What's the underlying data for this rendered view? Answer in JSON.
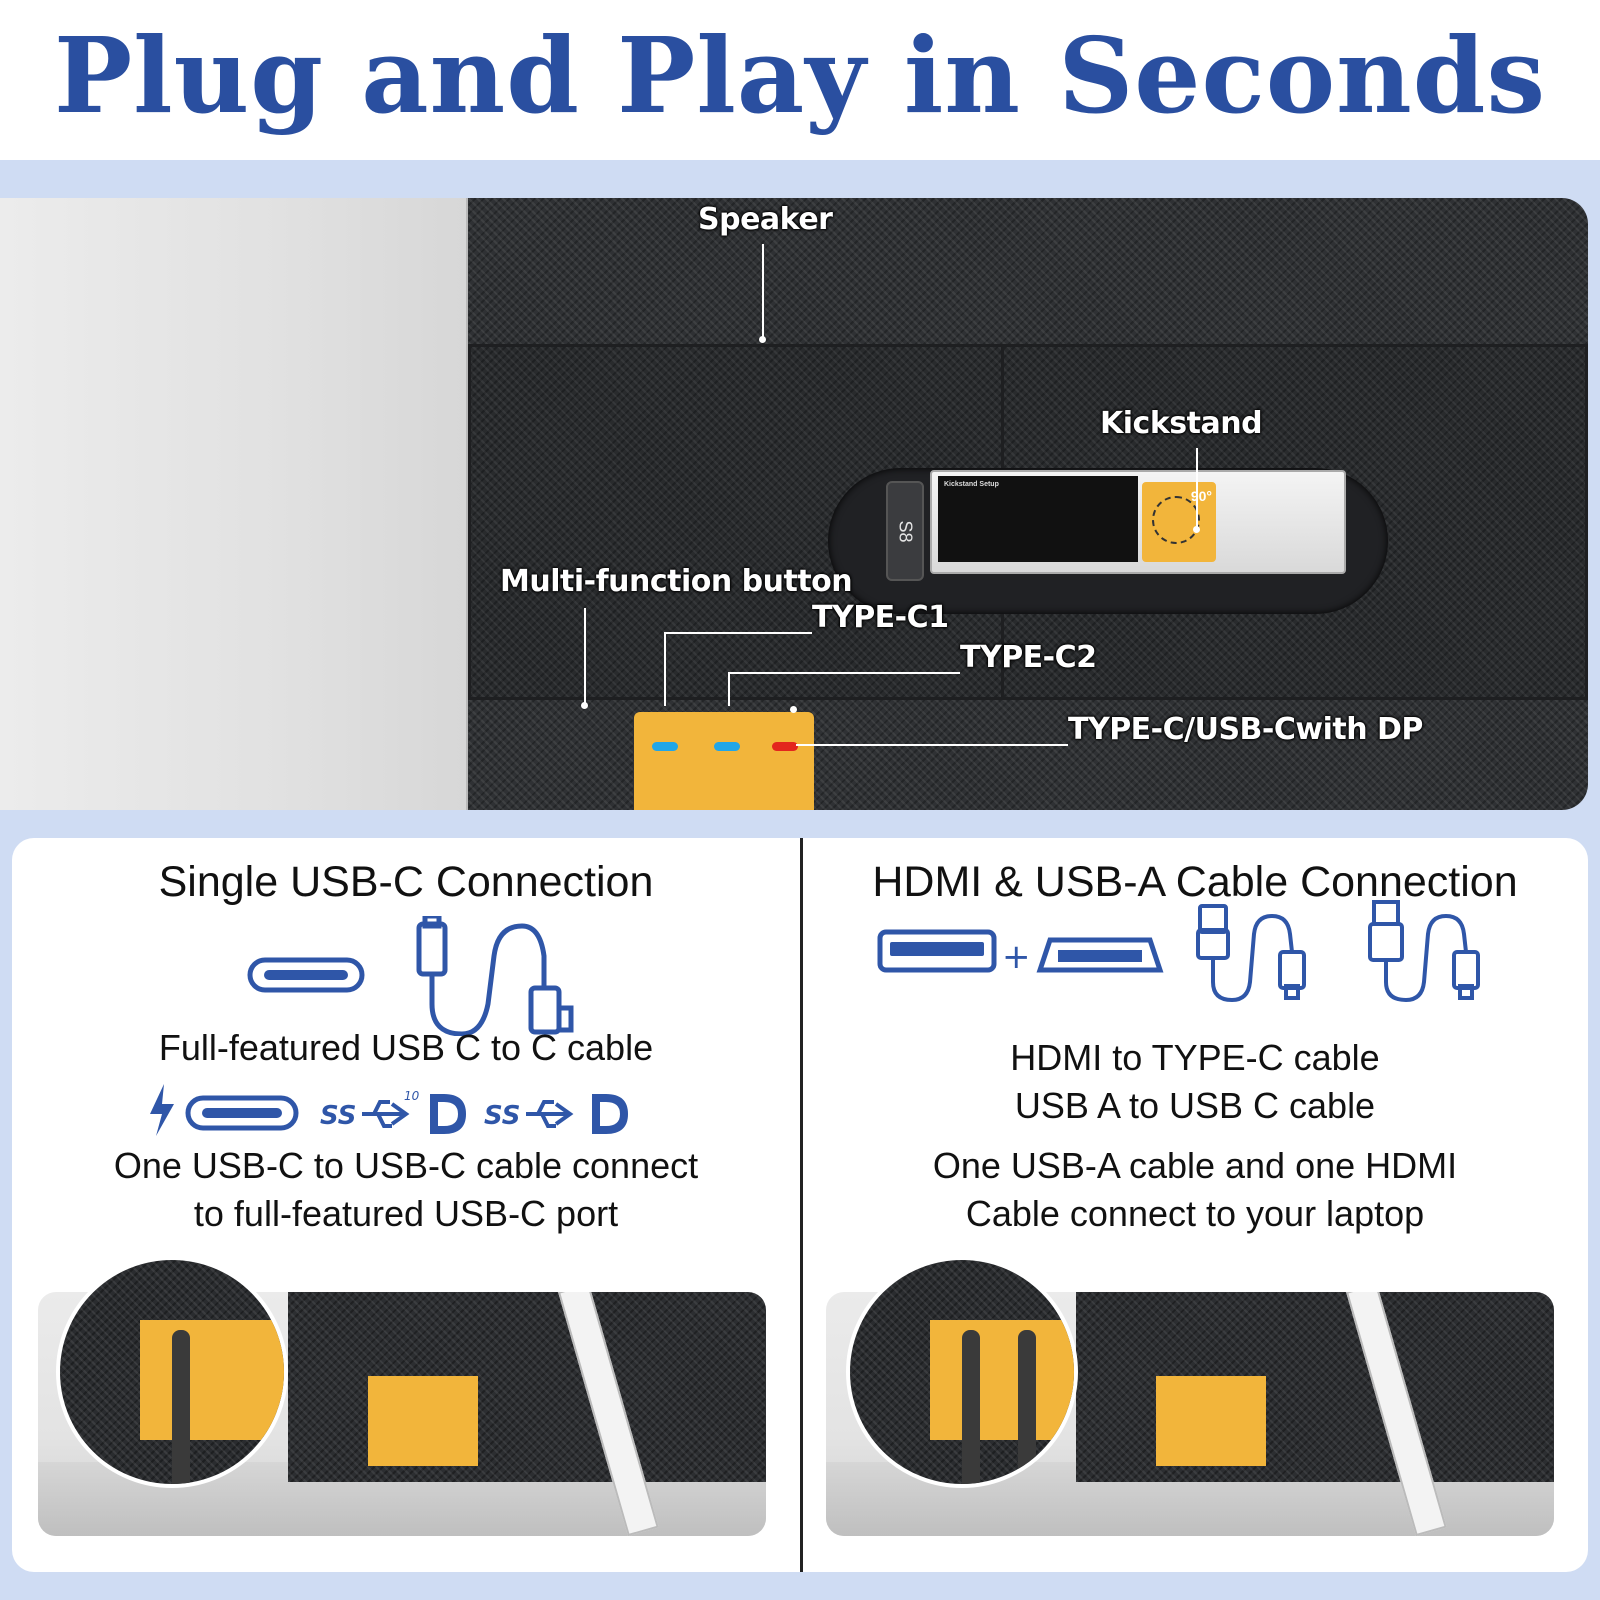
{
  "header": {
    "title": "Plug and Play in Seconds"
  },
  "product": {
    "callouts": {
      "speaker": "Speaker",
      "kickstand": "Kickstand",
      "multi_function": "Multi-function button",
      "type_c1": "TYPE-C1",
      "type_c2": "TYPE-C2",
      "type_c_dp": "TYPE-C/USB-Cwith DP"
    },
    "knob_label": "S8",
    "kickstand_setup_title": "Kickstand Setup",
    "kickstand_angle": "90°"
  },
  "left_panel": {
    "title": "Single USB-C Connection",
    "cable_caption": "Full-featured USB C to C cable",
    "desc_line1": "One USB-C to USB-C cable connect",
    "desc_line2": "to full-featured USB-C port",
    "speed_badge": "10",
    "ss_label_1": "SS",
    "ss_label_2": "SS"
  },
  "right_panel": {
    "title": "HDMI & USB-A Cable Connection",
    "caption_line1": "HDMI to TYPE-C cable",
    "caption_line2": "USB A to USB C cable",
    "desc_line1": "One USB-A cable and one HDMI",
    "desc_line2": "Cable connect to your laptop",
    "plus_sign": "+"
  },
  "colors": {
    "title_blue": "#2a4fa0",
    "icon_blue": "#2f56a8",
    "background_band": "#cfdcf3",
    "label_orange": "#f2b53b"
  },
  "icons": [
    "usb-c-port-icon",
    "usb-c-cable-icon",
    "bolt-icon",
    "superspeed-usb-icon",
    "displayport-icon",
    "usb-a-port-icon",
    "hdmi-port-icon",
    "usb-a-to-c-cable-icon",
    "hdmi-to-c-cable-icon"
  ]
}
